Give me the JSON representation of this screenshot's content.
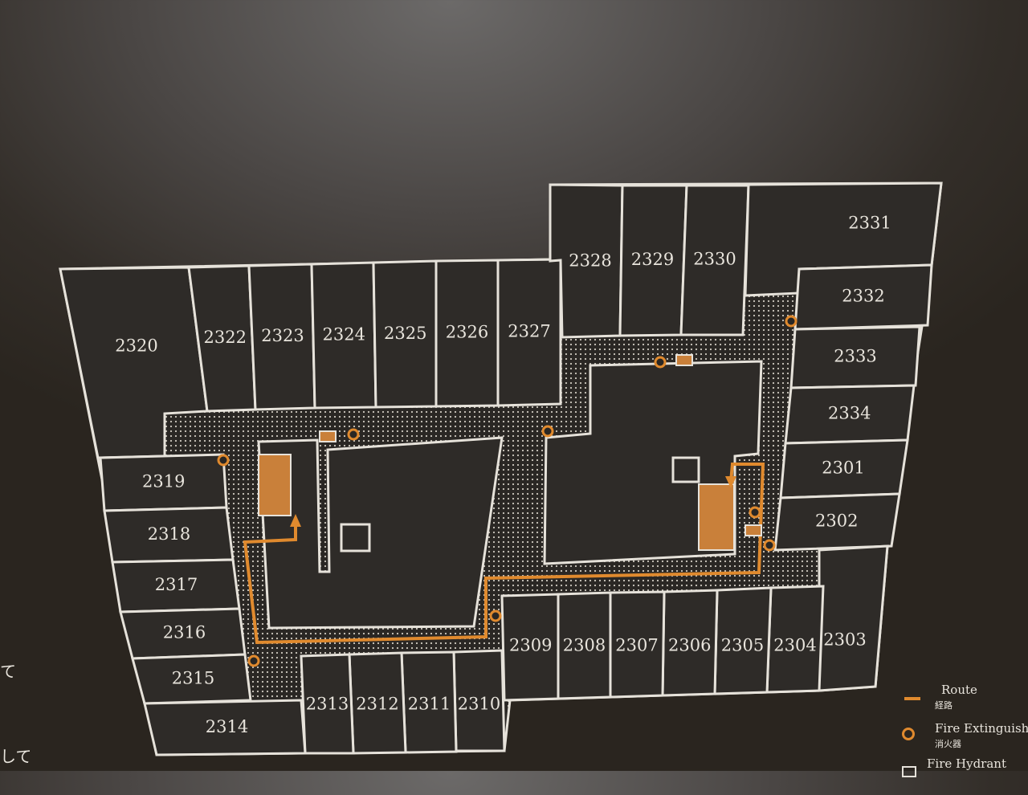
{
  "map": {
    "rooms": [
      "2320",
      "2322",
      "2323",
      "2324",
      "2325",
      "2326",
      "2327",
      "2328",
      "2329",
      "2330",
      "2331",
      "2332",
      "2333",
      "2334",
      "2301",
      "2302",
      "2303",
      "2304",
      "2305",
      "2306",
      "2307",
      "2308",
      "2309",
      "2310",
      "2311",
      "2312",
      "2313",
      "2319",
      "2318",
      "2317",
      "2316",
      "2315",
      "2314"
    ],
    "colors": {
      "route": "#e08a2e",
      "wall": "#e6e2da",
      "room": "#2e2b28"
    }
  },
  "legend": {
    "route": {
      "en": "Route",
      "ja": "経路",
      "icon": "orange-line"
    },
    "extinguisher": {
      "en": "Fire Extinguisher",
      "ja": "消火器",
      "icon": "orange-circle"
    },
    "hydrant": {
      "en": "Fire Hydrant",
      "icon": "hydrant-square"
    }
  },
  "edge_text": [
    "て",
    "して"
  ]
}
